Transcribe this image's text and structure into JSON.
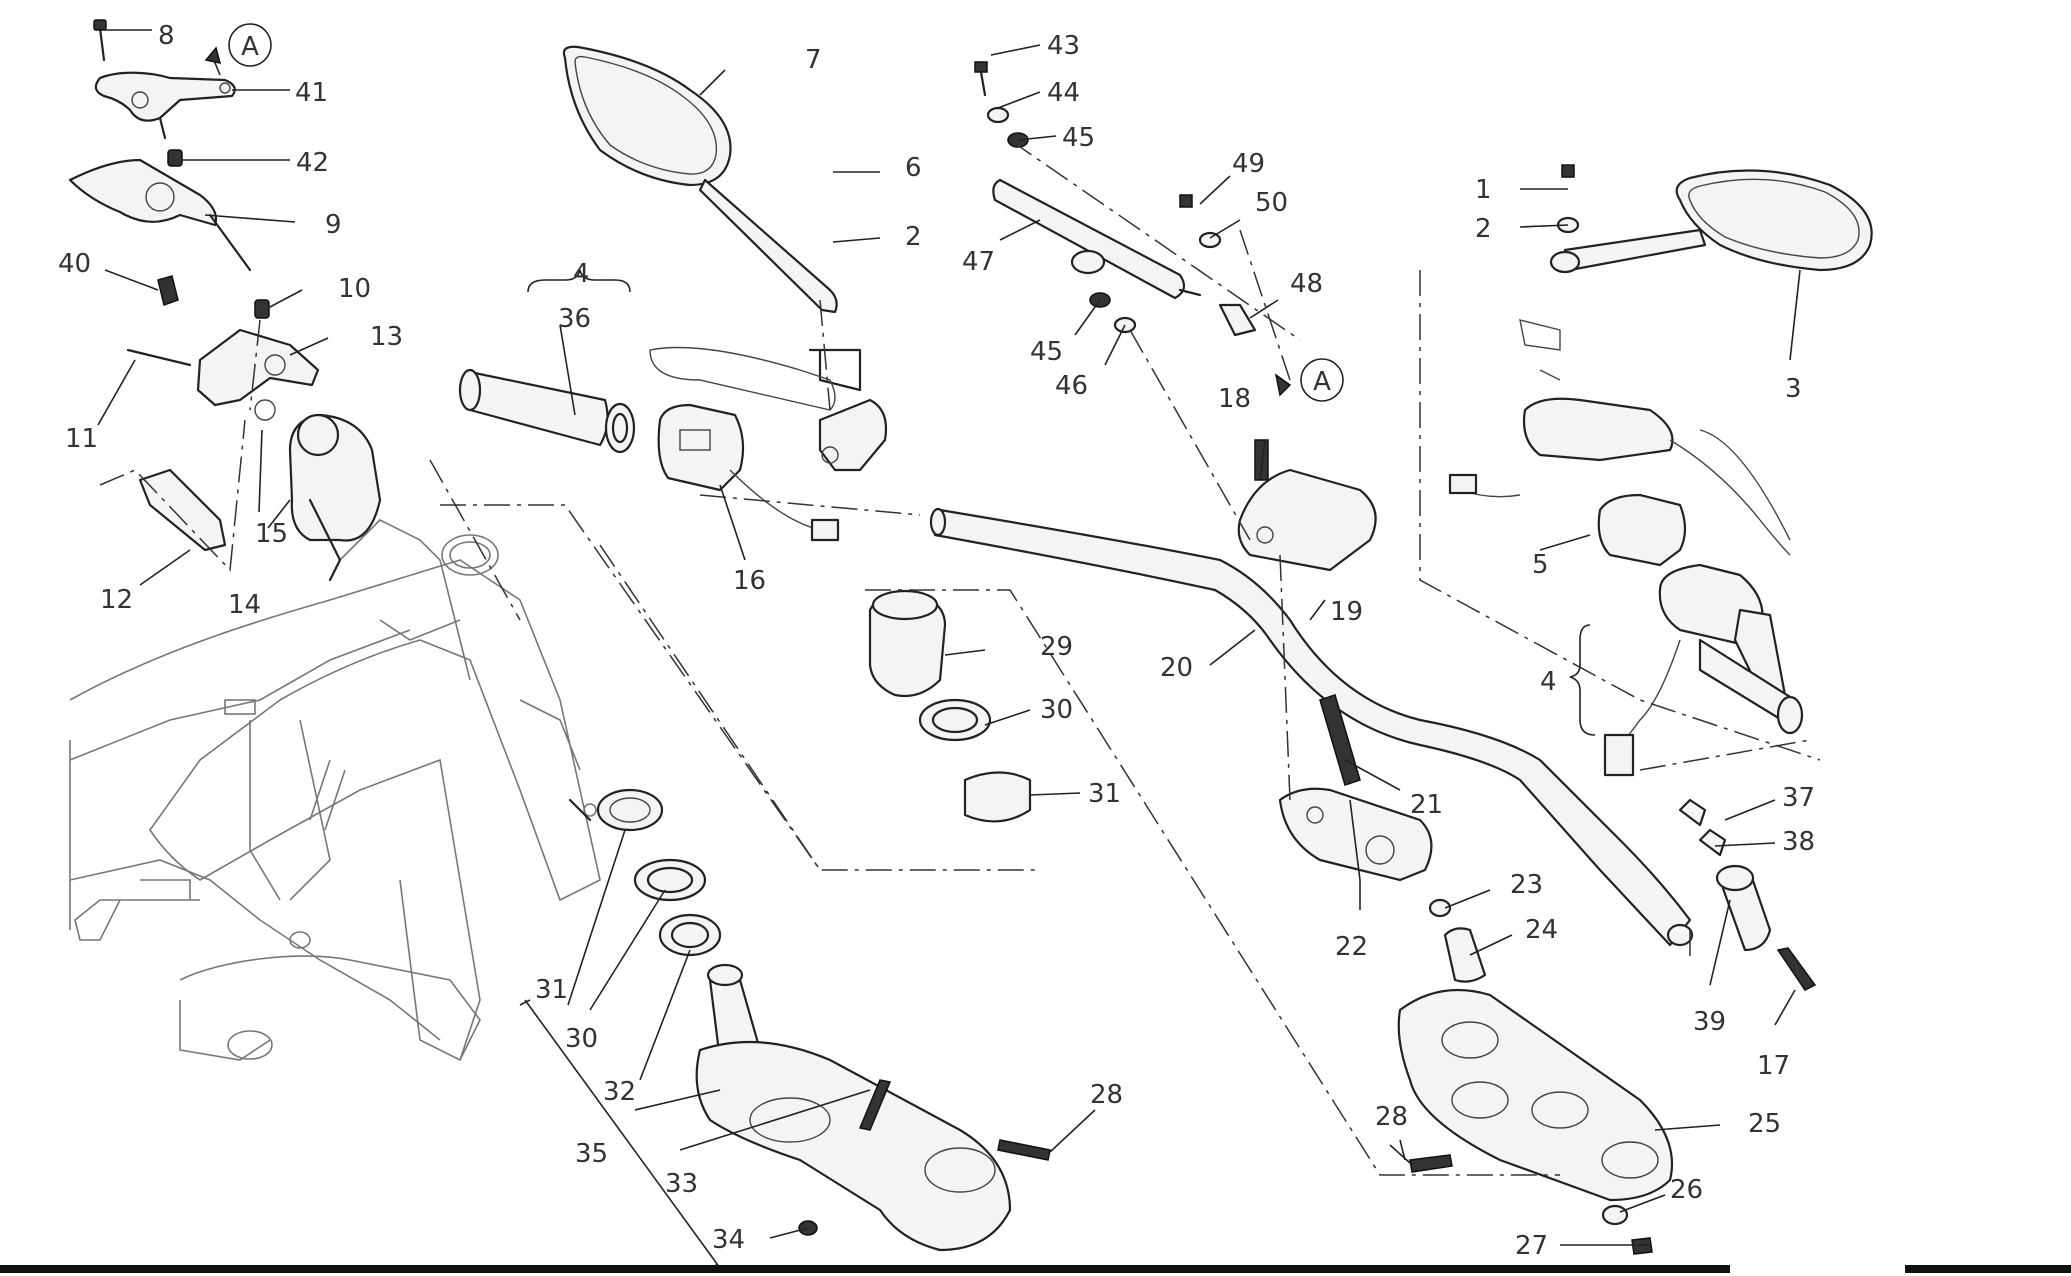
{
  "diagram": {
    "labels": {
      "l1": "1",
      "l2a": "2",
      "l2b": "2",
      "l3": "3",
      "l4a": "4",
      "l4b": "4",
      "l5": "5",
      "l6": "6",
      "l7": "7",
      "l8": "8",
      "l9": "9",
      "l10": "10",
      "l11": "11",
      "l12": "12",
      "l13": "13",
      "l14": "14",
      "l15": "15",
      "l16": "16",
      "l17": "17",
      "l18": "18",
      "l19": "19",
      "l20": "20",
      "l21": "21",
      "l22": "22",
      "l23": "23",
      "l24": "24",
      "l25": "25",
      "l26": "26",
      "l27": "27",
      "l28a": "28",
      "l28b": "28",
      "l29": "29",
      "l30a": "30",
      "l30b": "30",
      "l31a": "31",
      "l31b": "31",
      "l32": "32",
      "l33": "33",
      "l34": "34",
      "l35": "35",
      "l36": "36",
      "l37": "37",
      "l38": "38",
      "l39": "39",
      "l40": "40",
      "l41": "41",
      "l42": "42",
      "l43": "43",
      "l44": "44",
      "l45a": "45",
      "l45b": "45",
      "l46": "46",
      "l47": "47",
      "l48": "48",
      "l49": "49",
      "l50": "50"
    },
    "refs": {
      "refA1": "A",
      "refA2": "A"
    }
  }
}
